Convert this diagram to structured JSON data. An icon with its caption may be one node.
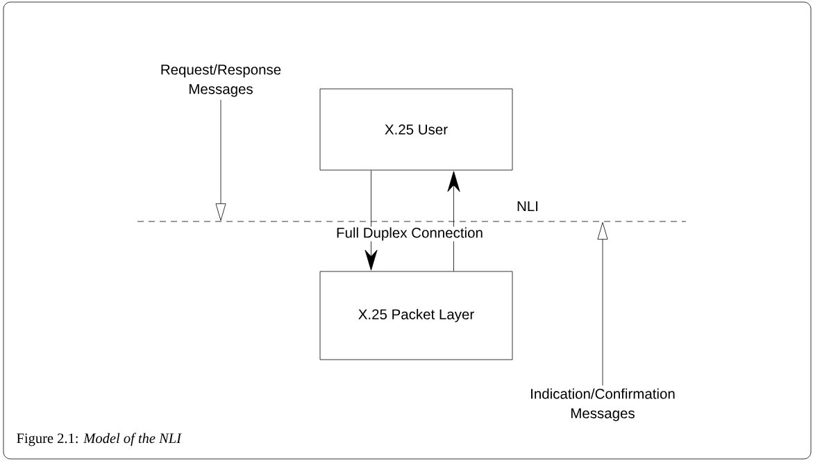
{
  "diagram": {
    "caption": "Figure 2.1: *Model of the NLI*",
    "nodes": [
      {
        "text": [
          "X.25 User"
        ]
      },
      {
        "text": [
          "X.25 Packet Layer"
        ]
      },
      {
        "text": [
          "Request/Response Messages"
        ]
      },
      {
        "text": [
          "Indication/Confirmation Messages"
        ]
      }
    ],
    "edges": [
      {
        "from": 0,
        "to": 1,
        "arrow": "to"
      },
      {
        "from": 1,
        "to": 0,
        "arrow": "to"
      },
      {
        "from": 2,
        "to": null,
        "arrow": "to"
      },
      {
        "from": 3,
        "to": null,
        "arrow": "to"
      }
    ],
    "labels": [
      "NLI",
      "Full Duplex Connection"
    ]
  }
}
